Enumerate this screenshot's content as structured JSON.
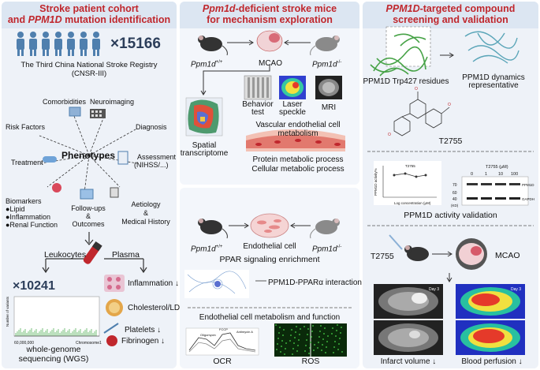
{
  "colors": {
    "accent": "#c0272d",
    "panel_left": "#eef2f8",
    "panel_mid": "#f3f6fb",
    "panel_right": "#eef2f8",
    "person": "#4f7fae"
  },
  "left": {
    "title_line1": "Stroke patient cohort",
    "title_line2_pre": "and ",
    "title_line2_gene": "PPM1D",
    "title_line2_post": " mutation identification",
    "count": "×15166",
    "registry": "The Third China National Stroke Registry",
    "registry_abbr": "(CNSR-III)",
    "hub": "Phenotypes",
    "spokes": {
      "comorbidities": "Comorbidities",
      "neuroimaging": "Neuroimaging",
      "risk": "Risk Factors",
      "diagnosis": "Diagnosis",
      "treatment": "Treatment",
      "assessment": "Assessment",
      "assessment_sub": "(NIHSS/...)",
      "biomarkers": "Biomarkers",
      "bio1": "●Lipid",
      "bio2": "●Inflammation",
      "bio3": "●Renal Function",
      "followups": "Follow-ups",
      "followups2": "&",
      "followups3": "Outcomes",
      "aetiology": "Aetiology",
      "aetiology2": "&",
      "aetiology3": "Medical History"
    },
    "leukocytes": "Leukocytes",
    "plasma": "Plasma",
    "wgs_count": "×10241",
    "wgs_label1": "whole-genome",
    "wgs_label2": "sequencing (WGS)",
    "plot_ylabel": "Number of variants",
    "plot_xtick": "60,000,000",
    "plot_xlabel": "Chromosome1",
    "outcomes": {
      "inflam": "Inflammation ↓",
      "chol": "Cholesterol/LDL ↓",
      "plate": "Platelets ↓",
      "fib": "Fibrinogen ↓"
    }
  },
  "mid_top": {
    "title_gene": "Ppm1d",
    "title_rest": "-deficient stroke mice",
    "title_line2": "for mechanism exploration",
    "wt": "Ppm1d",
    "wt_sup": "+/+",
    "ko": "Ppm1d",
    "ko_sup": "-/-",
    "mcao": "MCAO",
    "behavior1": "Behavior",
    "behavior2": "test",
    "laser1": "Laser",
    "laser2": "speckle",
    "mri": "MRI",
    "spatial1": "Spatial",
    "spatial2": "transcriptome",
    "vascular1": "Vascular endothelial cell",
    "vascular2": "metabolism",
    "protein": "Protein metabolic process",
    "cellular": "Cellular metabolic process"
  },
  "mid_bot": {
    "wt": "Ppm1d",
    "wt_sup": "+/+",
    "ko": "Ppm1d",
    "ko_sup": "-/-",
    "endo": "Endothelial cell",
    "ppar": "PPAR signaling enrichment",
    "interaction": "PPM1D-PPARα interaction",
    "function": "Endothelial cell metabolism and function",
    "ocr": "OCR",
    "ros": "ROS",
    "ocr_anno1": "FCCP",
    "ocr_anno2": "Antimycin A",
    "ocr_anno3": "Oligomycin"
  },
  "right": {
    "title_gene": "PPM1D",
    "title_rest": "-targeted compound",
    "title_line2": "screening and validation",
    "trp1": "PPM1D Trp427 residues",
    "dyn1": "PPM1D dynamics",
    "dyn2": "representative",
    "compound": "T2755",
    "curve_title": "T2755",
    "curve_ylabel": "PPM1D activity%",
    "curve_xlabel": "Log concentration (μM)",
    "blot_title": "T2755 (μM)",
    "blot_doses": [
      "0",
      "1",
      "10",
      "100"
    ],
    "blot_kd": "(KD)",
    "blot_mw": [
      "70",
      "60",
      "40"
    ],
    "blot_bands": [
      "PPM1D",
      "GAPDH"
    ],
    "activity": "PPM1D activity validation",
    "t2755_2": "T2755",
    "mcao": "MCAO",
    "day1": "Day 3",
    "day2": "Day 3",
    "infarct": "Infarct volume ↓",
    "perfusion": "Blood perfusion ↓"
  }
}
